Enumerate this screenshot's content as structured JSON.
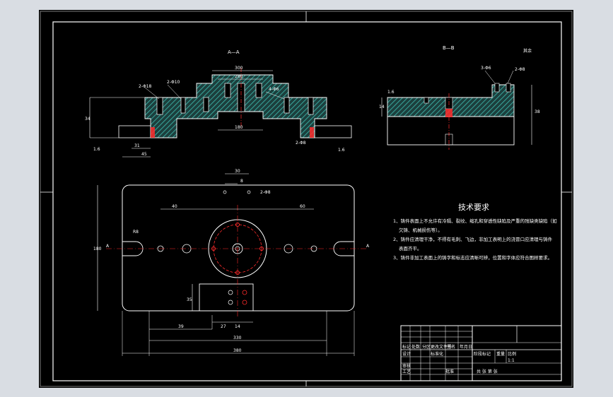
{
  "colors": {
    "window_bg": "#d9dde3",
    "canvas_bg": "#000000",
    "line": "#ffffff",
    "hatch": "#3fbfb3",
    "red": "#ff2b2b",
    "border": "#c8c8c8"
  },
  "section_labels": {
    "aa": "A—A",
    "bb": "B—B",
    "roughness": "其余"
  },
  "technical_requirements": {
    "heading": "技术要求",
    "notes": [
      "1、铸件表面上不允许有冷隔、裂纹、缩孔和穿透性缺陷及严重的残缺类缺陷（如",
      "欠铸、机械损伤等）。",
      "2、铸件应清理干净，不得有毛刺、飞边，非加工表明上的浇冒口应清理与铸件",
      "表面齐平。",
      "3、铸件非加工表面上的铸字和标志应清晰可辨，位置和字体应符合图样要求。"
    ]
  },
  "dimensions": {
    "top_view_width": "380",
    "top_view_overall": "330",
    "top_view_inner": "39",
    "left_hole_offset": "40",
    "right_hole_offset": "60",
    "height_left": "180",
    "top_small": "30",
    "top_small2": "8",
    "small_hole_label": "2-Φ8",
    "block_width": "39",
    "block_sub1": "27",
    "block_sub2": "14",
    "block_height": "35",
    "radius_label": "R8",
    "mark_a": "A",
    "aa_width1": "300",
    "aa_width2": "280",
    "aa_width3": "180",
    "aa_left1": "31",
    "aa_left2": "45",
    "aa_height": "34",
    "aa_holes_l": "2-Φ18",
    "aa_holes_l2": "2-Φ10",
    "aa_holes_r": "4-Φ6",
    "aa_angle": "1.6",
    "bb_holes1": "3-Φ6",
    "bb_holes2": "2-Φ8",
    "bb_height": "38",
    "bb_left": "14",
    "bb_small": "1.6"
  },
  "title_block": {
    "labels": [
      "标记",
      "处数",
      "分区",
      "更改文件号",
      "签名",
      "年月日"
    ],
    "label_design": "设计",
    "label_process": "工艺",
    "label_review": "审核",
    "label_stage": "阶段标记",
    "label_weight": "重量",
    "label_scale": "比例",
    "scale_value": "1:1",
    "label_sheets": "共 张  第 张",
    "label_standard": "标准化",
    "label_approve": "批准"
  }
}
